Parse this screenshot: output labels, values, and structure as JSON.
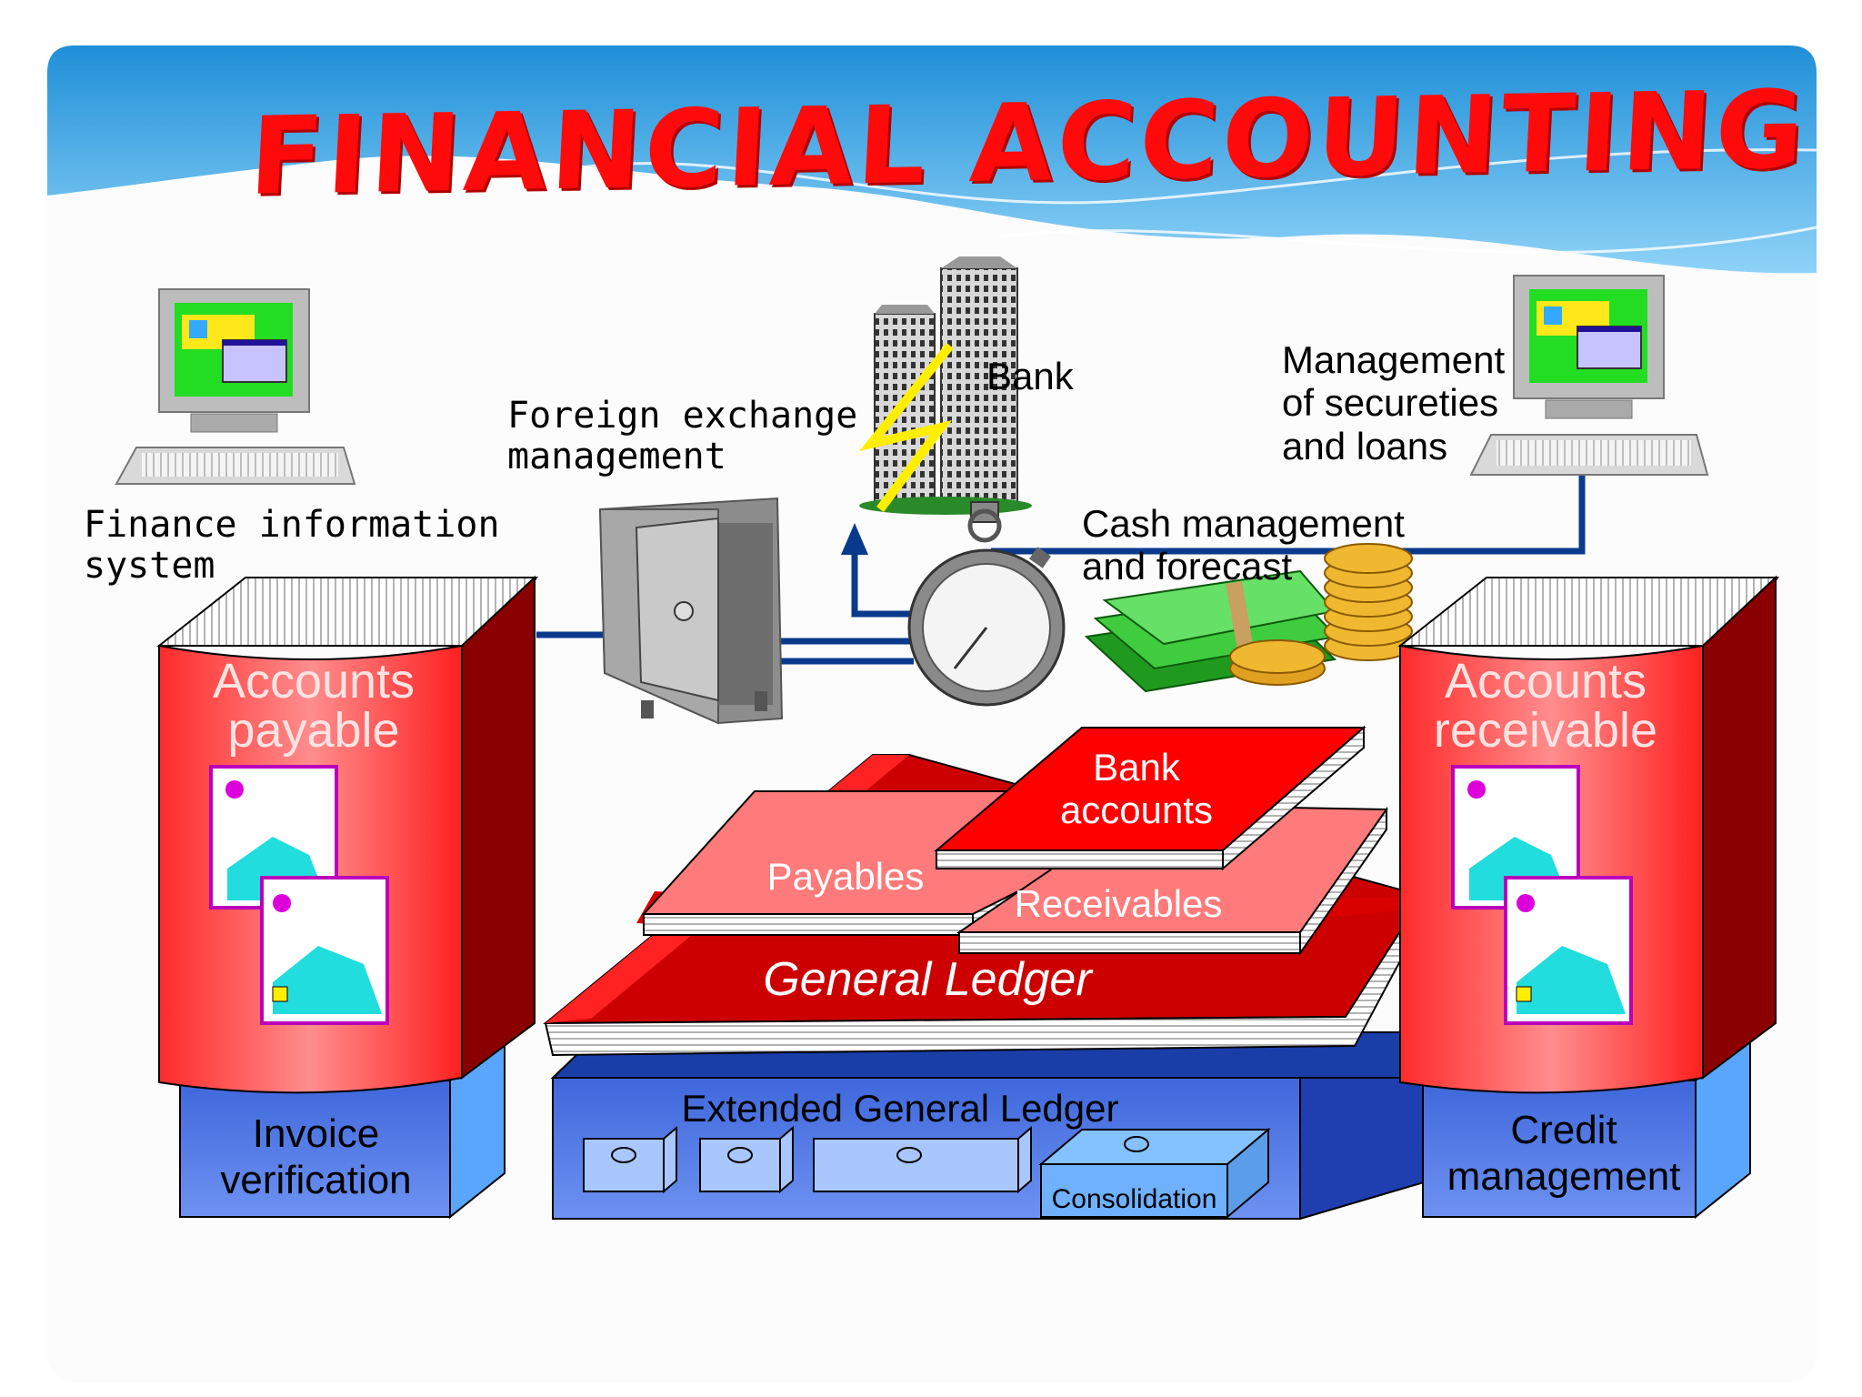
{
  "title": "FINANCIAL ACCOUNTING",
  "labels": {
    "finance_information_system": "Finance information\nsystem",
    "foreign_exchange": "Foreign exchange\nmanagement",
    "bank": "Bank",
    "securities_loans": "Management\nof secureties\nand loans",
    "cash_management": "Cash management\nand forecast"
  },
  "books": {
    "accounts_payable": "Accounts\npayable",
    "accounts_receivable": "Accounts\nreceivable",
    "bank_accounts": "Bank\naccounts",
    "payables": "Payables",
    "receivables": "Receivables",
    "general_ledger": "General Ledger"
  },
  "bases": {
    "invoice_verification": "Invoice\nverification",
    "extended_general_ledger": "Extended General Ledger",
    "consolidation": "Consolidation",
    "credit_management": "Credit\nmanagement"
  },
  "colors": {
    "book_red": "#ff0000",
    "book_dark_red": "#990000",
    "book_light_red": "#ff8a8a",
    "base_blue": "#2f55c8",
    "base_light_blue": "#4f9cf2",
    "sky_blue": "#4ab3ec",
    "connector_blue": "#0a3a8c",
    "screen_green": "#22dd22"
  }
}
